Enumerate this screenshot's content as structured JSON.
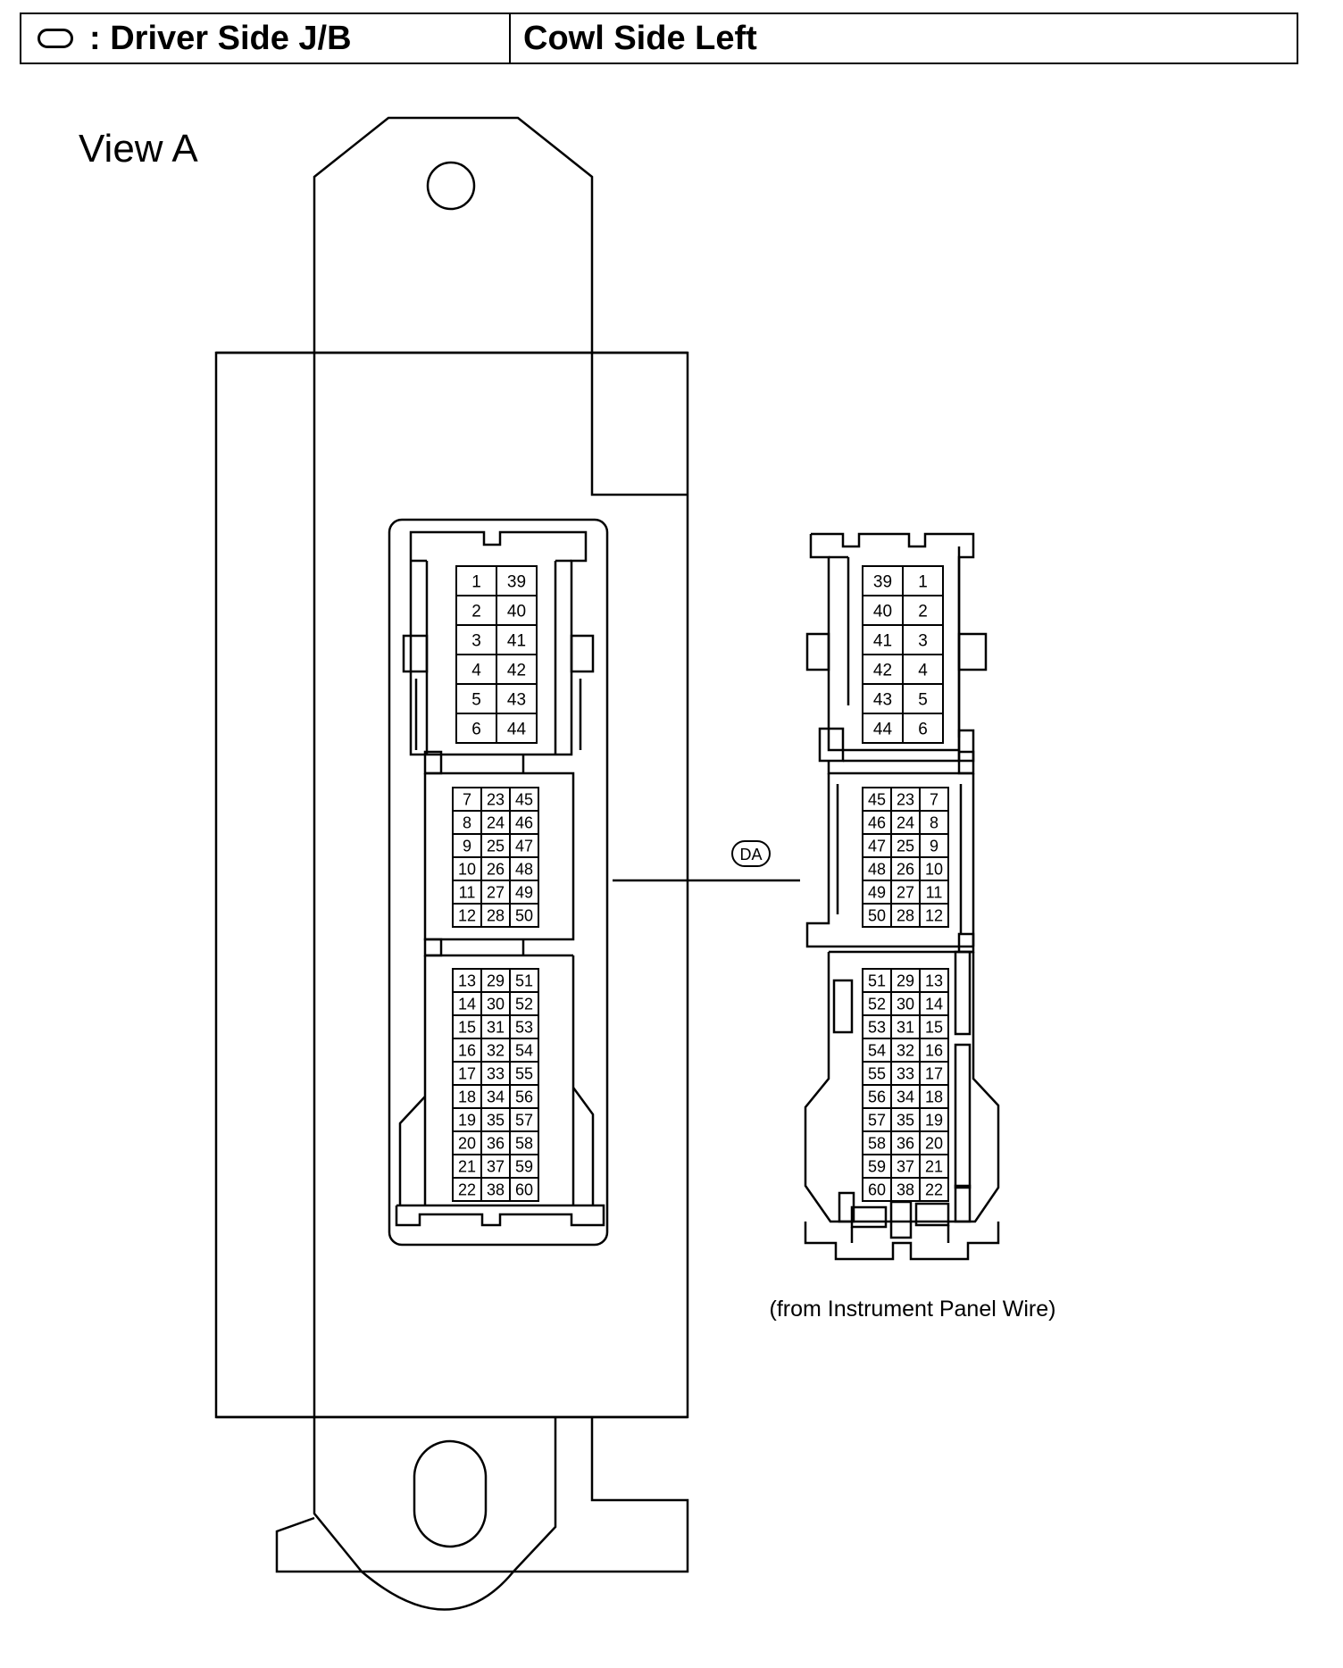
{
  "header": {
    "symbol_icon": "oval-outline-icon",
    "left_label": ": Driver Side J/B",
    "right_label": "Cowl Side Left"
  },
  "view_label": "View A",
  "connector_code": "DA",
  "connector_caption": "(from Instrument Panel Wire)",
  "left_connector": {
    "top_block": [
      [
        "1",
        "39"
      ],
      [
        "2",
        "40"
      ],
      [
        "3",
        "41"
      ],
      [
        "4",
        "42"
      ],
      [
        "5",
        "43"
      ],
      [
        "6",
        "44"
      ]
    ],
    "middle_block": [
      [
        "7",
        "23",
        "45"
      ],
      [
        "8",
        "24",
        "46"
      ],
      [
        "9",
        "25",
        "47"
      ],
      [
        "10",
        "26",
        "48"
      ],
      [
        "11",
        "27",
        "49"
      ],
      [
        "12",
        "28",
        "50"
      ]
    ],
    "bottom_block": [
      [
        "13",
        "29",
        "51"
      ],
      [
        "14",
        "30",
        "52"
      ],
      [
        "15",
        "31",
        "53"
      ],
      [
        "16",
        "32",
        "54"
      ],
      [
        "17",
        "33",
        "55"
      ],
      [
        "18",
        "34",
        "56"
      ],
      [
        "19",
        "35",
        "57"
      ],
      [
        "20",
        "36",
        "58"
      ],
      [
        "21",
        "37",
        "59"
      ],
      [
        "22",
        "38",
        "60"
      ]
    ]
  },
  "right_connector": {
    "top_block": [
      [
        "39",
        "1"
      ],
      [
        "40",
        "2"
      ],
      [
        "41",
        "3"
      ],
      [
        "42",
        "4"
      ],
      [
        "43",
        "5"
      ],
      [
        "44",
        "6"
      ]
    ],
    "middle_block": [
      [
        "45",
        "23",
        "7"
      ],
      [
        "46",
        "24",
        "8"
      ],
      [
        "47",
        "25",
        "9"
      ],
      [
        "48",
        "26",
        "10"
      ],
      [
        "49",
        "27",
        "11"
      ],
      [
        "50",
        "28",
        "12"
      ]
    ],
    "bottom_block": [
      [
        "51",
        "29",
        "13"
      ],
      [
        "52",
        "30",
        "14"
      ],
      [
        "53",
        "31",
        "15"
      ],
      [
        "54",
        "32",
        "16"
      ],
      [
        "55",
        "33",
        "17"
      ],
      [
        "56",
        "34",
        "18"
      ],
      [
        "57",
        "35",
        "19"
      ],
      [
        "58",
        "36",
        "20"
      ],
      [
        "59",
        "37",
        "21"
      ],
      [
        "60",
        "38",
        "22"
      ]
    ]
  }
}
